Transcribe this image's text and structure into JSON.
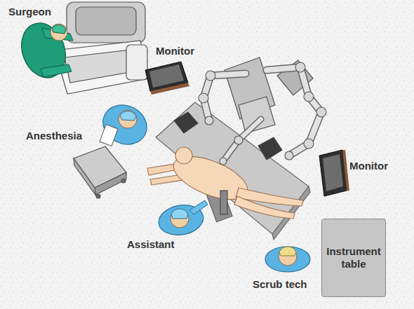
{
  "diagram": {
    "nodes": [
      {
        "text": [
          "Instrument table"
        ]
      }
    ],
    "labels": [
      "Surgeon",
      "Monitor",
      "Anesthesia",
      "Monitor",
      "Assistant",
      "Scrub tech"
    ]
  }
}
